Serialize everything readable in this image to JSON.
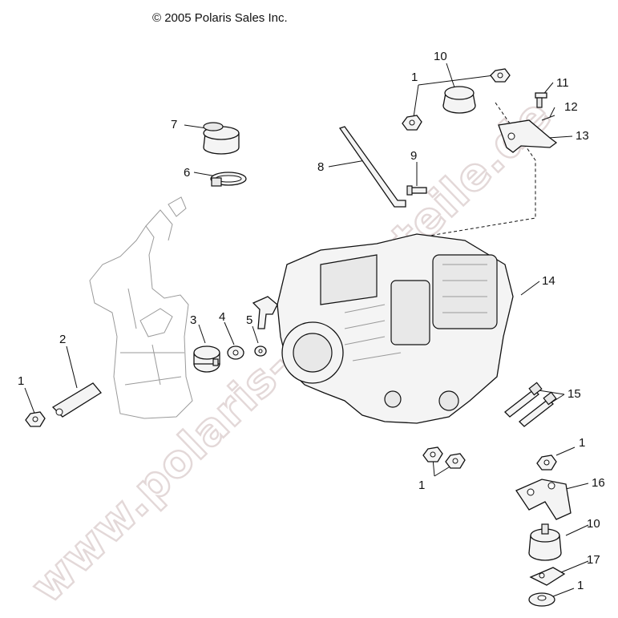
{
  "copyright": "© 2005 Polaris Sales Inc.",
  "watermark": "www.polaris-ersatzteile.de",
  "callouts": {
    "c1_top": "1",
    "c10_top": "10",
    "c11": "11",
    "c12": "12",
    "c13": "13",
    "c7": "7",
    "c6": "6",
    "c8": "8",
    "c9": "9",
    "c14": "14",
    "c3": "3",
    "c4": "4",
    "c5": "5",
    "c2": "2",
    "c1_left": "1",
    "c15": "15",
    "c1_bottom": "1",
    "c1_right": "1",
    "c16": "16",
    "c10_bottom": "10",
    "c17": "17",
    "c1_lowest": "1"
  }
}
